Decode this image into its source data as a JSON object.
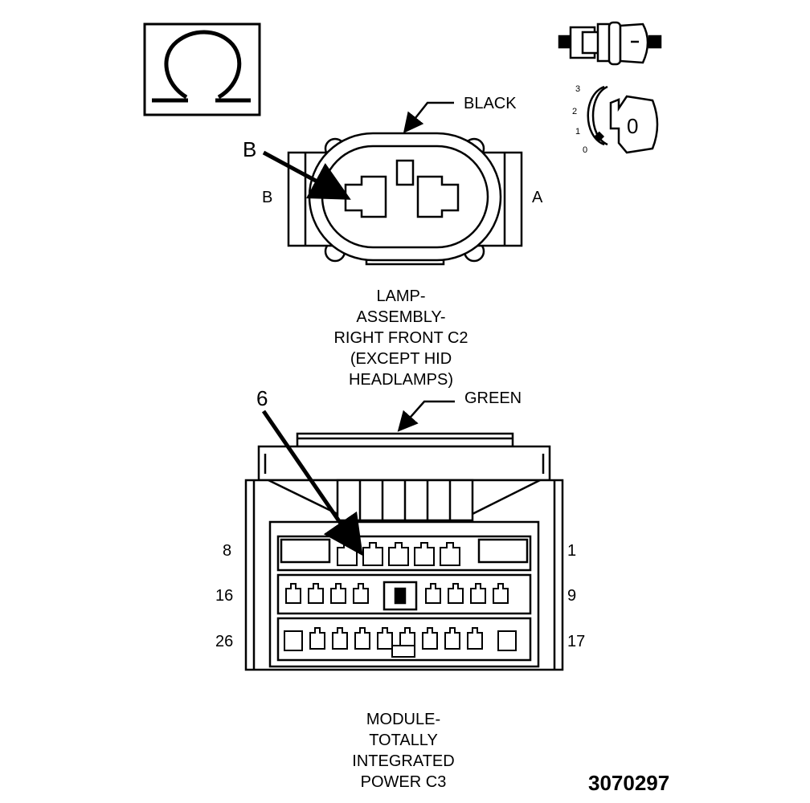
{
  "icons": {
    "ohmmeter": "ohm-symbol-icon",
    "connector_probe": "connector-probe-icon",
    "ignition_switch": "ignition-key-icon"
  },
  "ignition": {
    "positions": [
      "3",
      "2",
      "1",
      "0"
    ],
    "key_label": "0"
  },
  "connector_c2": {
    "color_label": "BLACK",
    "callout": "B",
    "cavity_left": "B",
    "cavity_right": "A",
    "caption_lines": [
      "LAMP-",
      "ASSEMBLY-",
      "RIGHT FRONT C2",
      "(EXCEPT HID",
      "HEADLAMPS)"
    ]
  },
  "connector_c3": {
    "color_label": "GREEN",
    "callout": "6",
    "row_labels_left": [
      "8",
      "16",
      "26"
    ],
    "row_labels_right": [
      "1",
      "9",
      "17"
    ],
    "caption_lines": [
      "MODULE-",
      "TOTALLY",
      "INTEGRATED",
      "POWER C3"
    ]
  },
  "figure_number": "3070297"
}
